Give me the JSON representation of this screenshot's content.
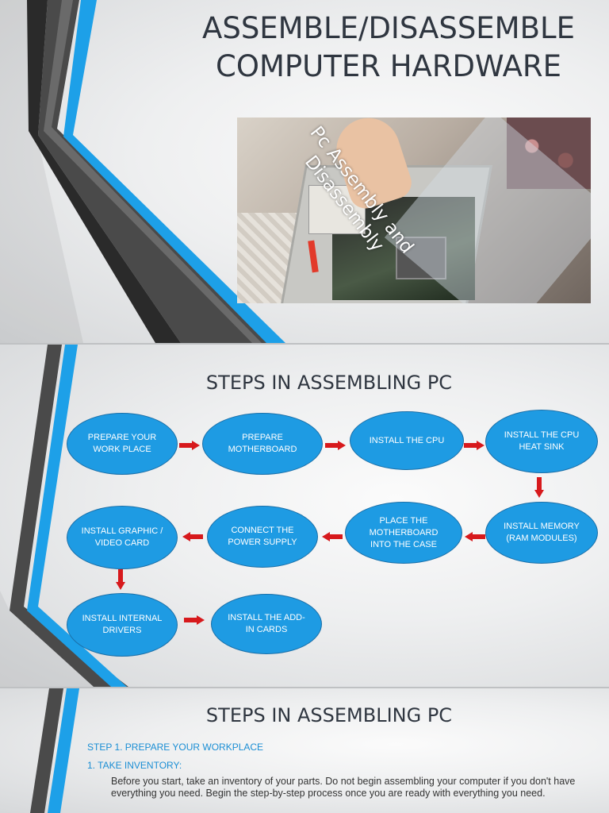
{
  "slides": {
    "title_slide": {
      "title_line1": "ASSEMBLE/DISASSEMBLE",
      "title_line2": "COMPUTER HARDWARE",
      "photo_overlay": "Pc Assembly and Disassembly"
    },
    "flow_slide": {
      "title": "STEPS IN ASSEMBLING PC",
      "steps": [
        "PREPARE YOUR WORK PLACE",
        "PREPARE MOTHERBOARD",
        "INSTALL THE CPU",
        "INSTALL THE CPU HEAT SINK",
        "INSTALL MEMORY (RAM MODULES)",
        "PLACE THE MOTHERBOARD INTO THE CASE",
        "CONNECT THE POWER SUPPLY",
        "INSTALL GRAPHIC / VIDEO CARD",
        "INSTALL INTERNAL DRIVERS",
        "INSTALL THE ADD-IN CARDS"
      ]
    },
    "detail_slide": {
      "title": "STEPS IN ASSEMBLING PC",
      "step_heading": "STEP 1. PREPARE YOUR WORKPLACE",
      "sub_heading": "1. TAKE INVENTORY:",
      "body": "Before you start, take an inventory of your parts. Do not begin assembling your computer if you don't have everything you need. Begin the step-by-step process once you are ready with everything you need."
    }
  },
  "colors": {
    "node_fill": "#1e9be3",
    "arrow": "#d7191c",
    "accent_blue": "#1a8ed4",
    "stripe_dark": "#4a4a4a"
  },
  "icons": {
    "flow_arrow": "red-arrow-icon"
  }
}
